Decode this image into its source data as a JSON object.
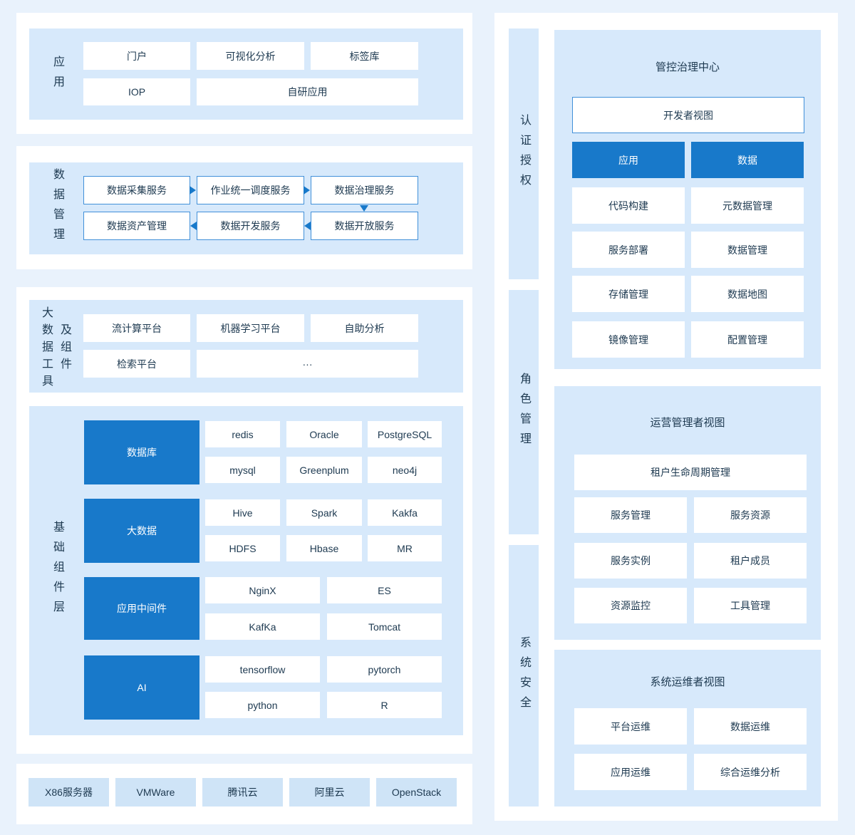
{
  "colors": {
    "page_bg": "#e9f2fc",
    "panel_bg": "#ffffff",
    "block_bg": "#d7e9fb",
    "accent_blue": "#1879ca",
    "outline_blue": "#4190d9",
    "infra_box_bg": "#cfe4f7",
    "text": "#1d3950"
  },
  "left": {
    "app": {
      "label": "应用",
      "row1": [
        "门户",
        "可视化分析",
        "标签库"
      ],
      "row2": [
        "IOP",
        "自研应用"
      ]
    },
    "data_mgmt": {
      "label": "数据管理",
      "row1": [
        "数据采集服务",
        "作业统一调度服务",
        "数据治理服务"
      ],
      "row2": [
        "数据资产管理",
        "数据开发服务",
        "数据开放服务"
      ]
    },
    "tools": {
      "label_col1": "大数据工具",
      "label_col2": "及组件",
      "row1": [
        "流计算平台",
        "机器学习平台",
        "自助分析"
      ],
      "row2": [
        "检索平台",
        "···"
      ]
    },
    "base": {
      "label": "基础组件层",
      "groups": [
        {
          "name": "数据库",
          "rows": [
            [
              "redis",
              "Oracle",
              "PostgreSQL"
            ],
            [
              "mysql",
              "Greenplum",
              "neo4j"
            ]
          ]
        },
        {
          "name": "大数据",
          "rows": [
            [
              "Hive",
              "Spark",
              "Kakfa"
            ],
            [
              "HDFS",
              "Hbase",
              "MR"
            ]
          ]
        },
        {
          "name": "应用中间件",
          "rows": [
            [
              "NginX",
              "ES"
            ],
            [
              "KafKa",
              "Tomcat"
            ]
          ]
        },
        {
          "name": "AI",
          "rows": [
            [
              "tensorflow",
              "pytorch"
            ],
            [
              "python",
              "R"
            ]
          ]
        }
      ]
    },
    "infra": {
      "items": [
        "X86服务器",
        "VMWare",
        "腾讯云",
        "阿里云",
        "OpenStack"
      ]
    }
  },
  "right": {
    "bars": [
      {
        "label": "认证授权"
      },
      {
        "label": "角色管理"
      },
      {
        "label": "系统安全"
      }
    ],
    "governance": {
      "title": "管控治理中心",
      "view_label": "开发者视图",
      "tabs": [
        "应用",
        "数据"
      ],
      "rows": [
        [
          "代码构建",
          "元数据管理"
        ],
        [
          "服务部署",
          "数据管理"
        ],
        [
          "存储管理",
          "数据地图"
        ],
        [
          "镜像管理",
          "配置管理"
        ]
      ]
    },
    "operation": {
      "title": "运营管理者视图",
      "full_item": "租户生命周期管理",
      "rows": [
        [
          "服务管理",
          "服务资源"
        ],
        [
          "服务实例",
          "租户成员"
        ],
        [
          "资源监控",
          "工具管理"
        ]
      ]
    },
    "maintenance": {
      "title": "系统运维者视图",
      "rows": [
        [
          "平台运维",
          "数据运维"
        ],
        [
          "应用运维",
          "综合运维分析"
        ]
      ]
    }
  }
}
